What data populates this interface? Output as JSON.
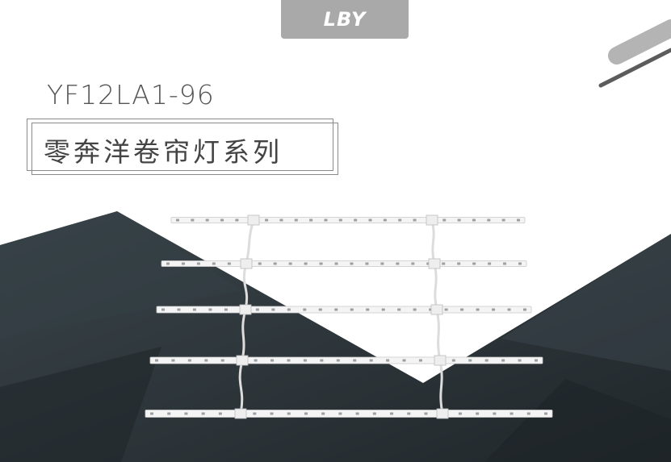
{
  "brand": {
    "logo_text": "LBY"
  },
  "product": {
    "model": "YF12LA1-96",
    "series_title": "零奔洋卷帘灯系列"
  },
  "colors": {
    "dark_bg": "#2b3338",
    "logo_bg": "#a9a9a9",
    "strip": "#f3f3f3"
  }
}
